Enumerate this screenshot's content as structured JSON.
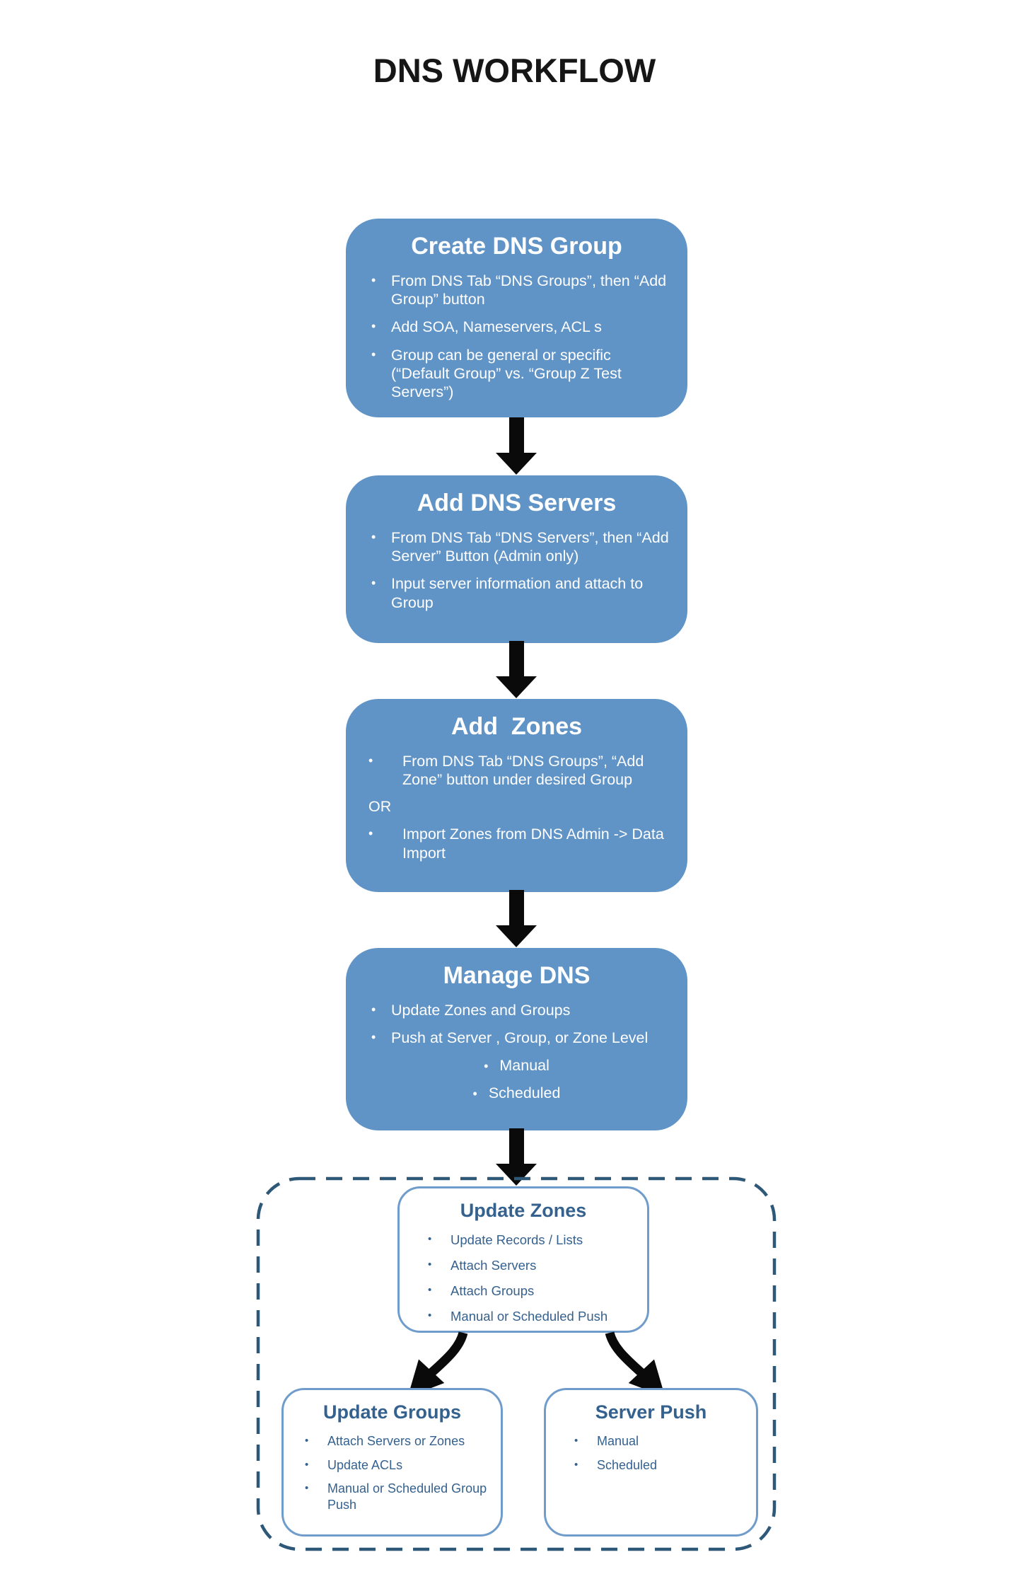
{
  "title": "DNS WORKFLOW",
  "glyphs": {
    "bullet": "•"
  },
  "colors": {
    "box_blue": "#6093C6",
    "detail_outline_blue": "#6F9CCB",
    "detail_text_blue": "#35618F",
    "dashed_border_blue": "#2E5878",
    "arrow_black": "#0a0a0a",
    "title_black": "#161616"
  },
  "main_flow": [
    {
      "title": "Create DNS Group",
      "bullets": [
        "From DNS Tab “DNS Groups”, then “Add Group” button",
        "Add SOA, Nameservers, ACL s",
        "Group can be general or specific (“Default Group” vs. “Group Z Test Servers”)"
      ]
    },
    {
      "title": "Add DNS Servers",
      "bullets": [
        "From DNS Tab “DNS Servers”, then “Add Server” Button (Admin only)",
        "Input server information and attach to Group"
      ]
    },
    {
      "title": "Add  Zones",
      "connector": "OR",
      "bullets": [
        "From DNS Tab “DNS Groups”, “Add Zone” button under desired Group",
        "Import Zones from DNS Admin -> Data Import"
      ]
    },
    {
      "title": "Manage DNS",
      "bullets": [
        "Update Zones and Groups",
        "Push at Server , Group, or Zone Level"
      ],
      "sub_bullets": [
        "Manual",
        "Scheduled"
      ]
    }
  ],
  "detail_flow": {
    "update_zones": {
      "title": "Update Zones",
      "bullets": [
        "Update Records / Lists",
        "Attach Servers",
        "Attach Groups",
        "Manual or Scheduled Push"
      ]
    },
    "update_groups": {
      "title": "Update Groups",
      "bullets": [
        "Attach Servers or Zones",
        "Update ACLs",
        "Manual or Scheduled Group Push"
      ]
    },
    "server_push": {
      "title": "Server Push",
      "bullets": [
        "Manual",
        "Scheduled"
      ]
    }
  }
}
